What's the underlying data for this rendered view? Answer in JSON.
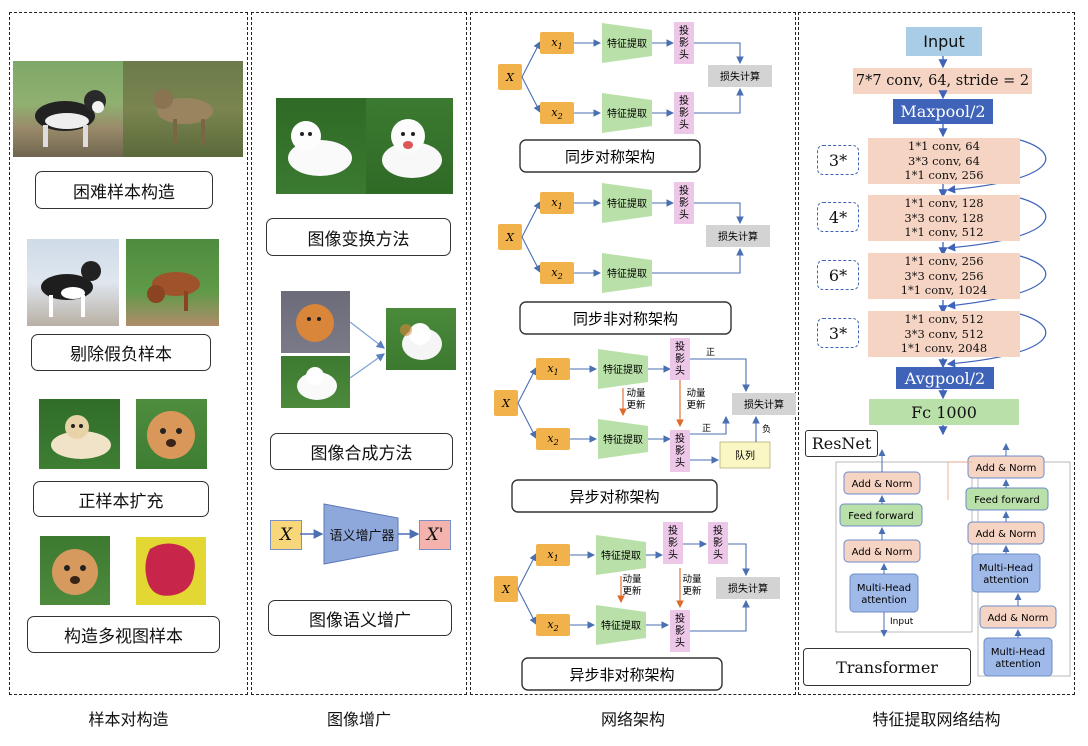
{
  "sections": {
    "pair": "样本对构造",
    "augment": "图像增广",
    "arch": "网络架构",
    "backbone": "特征提取网络结构"
  },
  "pair_construction": {
    "hard_negative": "困难样本构造",
    "remove_false_negative": "剔除假负样本",
    "positive_expansion": "正样本扩充",
    "multiview": "构造多视图样本"
  },
  "augmentation": {
    "transform": "图像变换方法",
    "synthesis": "图像合成方法",
    "semantic": "图像语义增广",
    "semantic_input": "X",
    "semantic_output": "X'",
    "augmenter": "语义增广器"
  },
  "architectures": {
    "input": "X",
    "x1": "x1",
    "x2": "x2",
    "feature": "特征提取",
    "projection": "投影头",
    "loss": "损失计算",
    "momentum": "动量更新",
    "positive": "正",
    "negative": "负",
    "queue": "队列",
    "sync_sym": "同步对称架构",
    "sync_asym": "同步非对称架构",
    "async_sym": "异步对称架构",
    "async_asym": "异步非对称架构"
  },
  "resnet": {
    "name": "ResNet",
    "input": "Input",
    "conv1": "7*7 conv, 64, stride = 2",
    "maxpool": "Maxpool/2",
    "avgpool": "Avgpool/2",
    "fc": "Fc 1000",
    "stages": [
      {
        "repeat": "3*",
        "l1": "1*1 conv, 64",
        "l2": "3*3 conv, 64",
        "l3": "1*1 conv, 256"
      },
      {
        "repeat": "4*",
        "l1": "1*1 conv, 128",
        "l2": "3*3 conv, 128",
        "l3": "1*1 conv, 512"
      },
      {
        "repeat": "6*",
        "l1": "1*1 conv, 256",
        "l2": "3*3 conv, 256",
        "l3": "1*1 conv, 1024"
      },
      {
        "repeat": "3*",
        "l1": "1*1 conv, 512",
        "l2": "3*3 conv, 512",
        "l3": "1*1 conv, 2048"
      }
    ]
  },
  "transformer": {
    "name": "Transformer",
    "add_norm": "Add & Norm",
    "feed_forward": "Feed forward",
    "mha1": "Multi-Head",
    "mha2": "attention",
    "input": "Input"
  },
  "colors": {
    "input_blue": "#a9cde6",
    "dark_blue": "#3f63b8",
    "peach": "#f6d4c4",
    "green": "#b9e0a8",
    "orange": "#f2b24b",
    "pink": "#ecc7e7",
    "gray": "#d3d3d3",
    "queue": "#fbf7c4",
    "arrow": "#4a6fb3"
  }
}
